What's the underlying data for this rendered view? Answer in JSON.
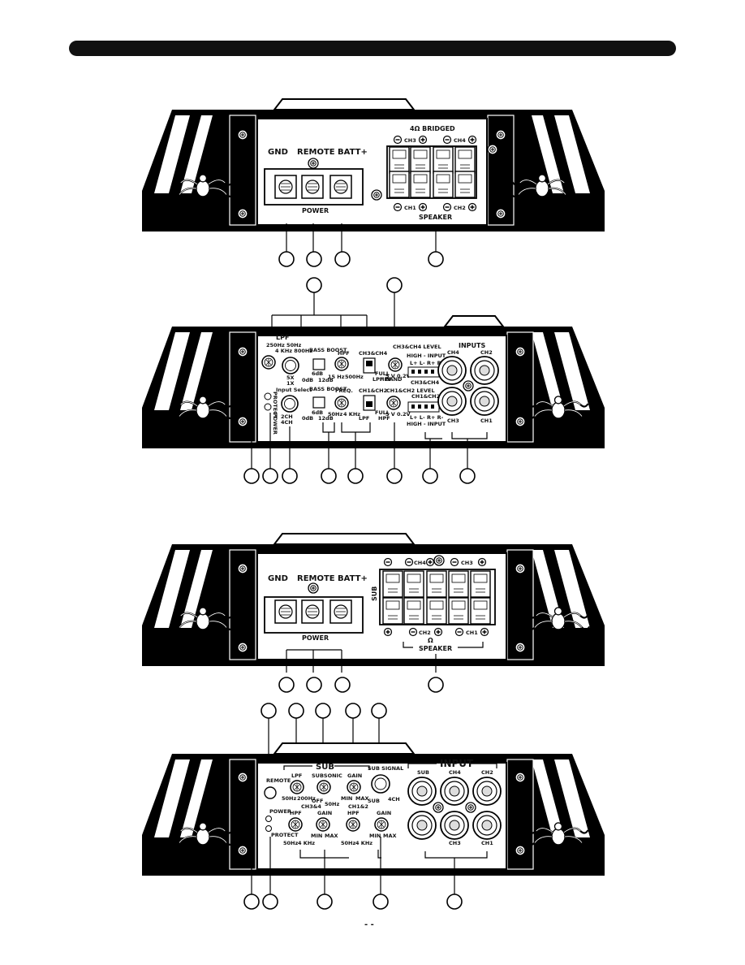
{
  "colors": {
    "ink": "#111111",
    "paper": "#ffffff"
  },
  "panel1": {
    "gnd": "GND",
    "remote": "REMOTE",
    "batt": "BATT+",
    "power": "POWER",
    "bridged": "4Ω BRIDGED",
    "ch3": "CH3",
    "ch4": "CH4",
    "ch1": "CH1",
    "ch2": "CH2",
    "speaker": "SPEAKER"
  },
  "panel2": {
    "lpf": "LPF",
    "lpf_a": "250Hz 50Hz",
    "lpf_b": "4 KHz 800Hz",
    "bass_boost": "BASS BOOST",
    "bb_a": "6dB",
    "bb_b": "0dB",
    "bb_c": "12dB",
    "hpf": "HPF",
    "hpf_a": "15 Hz",
    "hpf_b": "500Hz",
    "ch34": "CH3&CH4",
    "full": "FULL",
    "lpf_band": "LPF BAND",
    "hpf2": "HPF",
    "level34": "CH3&CH4 LEVEL",
    "level12": "CH1&CH2 LEVEL",
    "lv_a": "5 V",
    "lv_b": "0.2V",
    "hi_input": "HIGH - INPUT",
    "hi_pins": "L+ L- R+ R-",
    "hi_ch34": "CH3&CH4",
    "hi_ch12": "CH1&CH2",
    "hi_input2": "HIGH - INPUT",
    "inputs": "INPUTS",
    "ch4": "CH4",
    "ch2": "CH2",
    "ch3": "CH3",
    "ch1": "CH1",
    "input_select": "Input Select",
    "sel_a": "2CH",
    "sel_b": "4CH",
    "x5": "5X",
    "x1": "1X",
    "freq": "FREQ.",
    "ch12": "CH1&CH2",
    "freq_a": "50Hz",
    "freq_b": "4 KHz",
    "lpf2": "LPF",
    "power": "POWER",
    "protect": "PROTECT"
  },
  "panel3": {
    "gnd": "GND",
    "remote": "REMOTE",
    "batt": "BATT+",
    "power": "POWER",
    "sub": "SUB",
    "ch4": "CH4",
    "ch3": "CH3",
    "ch2": "CH2",
    "ch1": "CH1",
    "ohm": "Ω",
    "speaker": "SPEAKER"
  },
  "panel4": {
    "sub": "SUB",
    "lpf": "LPF",
    "lpf_a": "50Hz",
    "lpf_b": "200Hz",
    "subsonic": "SUBSONIC",
    "ss_a": "OFF",
    "ss_b": "50Hz",
    "gain": "GAIN",
    "gain_a": "MIN",
    "gain_b": "MAX",
    "sub_signal": "SUB SIGNAL",
    "sig_a": "SUB",
    "sig_b": "4CH",
    "remote": "REMOTE",
    "power": "POWER",
    "protect": "PROTECT",
    "ch34": "CH3&4",
    "ch12": "CH1&2",
    "hpf": "HPF",
    "hpf_a": "50Hz",
    "hpf_b": "4 KHz",
    "input": "INPUT",
    "in_sub": "SUB",
    "in_ch4": "CH4",
    "in_ch2": "CH2",
    "in_ch3": "CH3",
    "in_ch1": "CH1"
  },
  "footer": {
    "page_marks": "- -"
  }
}
